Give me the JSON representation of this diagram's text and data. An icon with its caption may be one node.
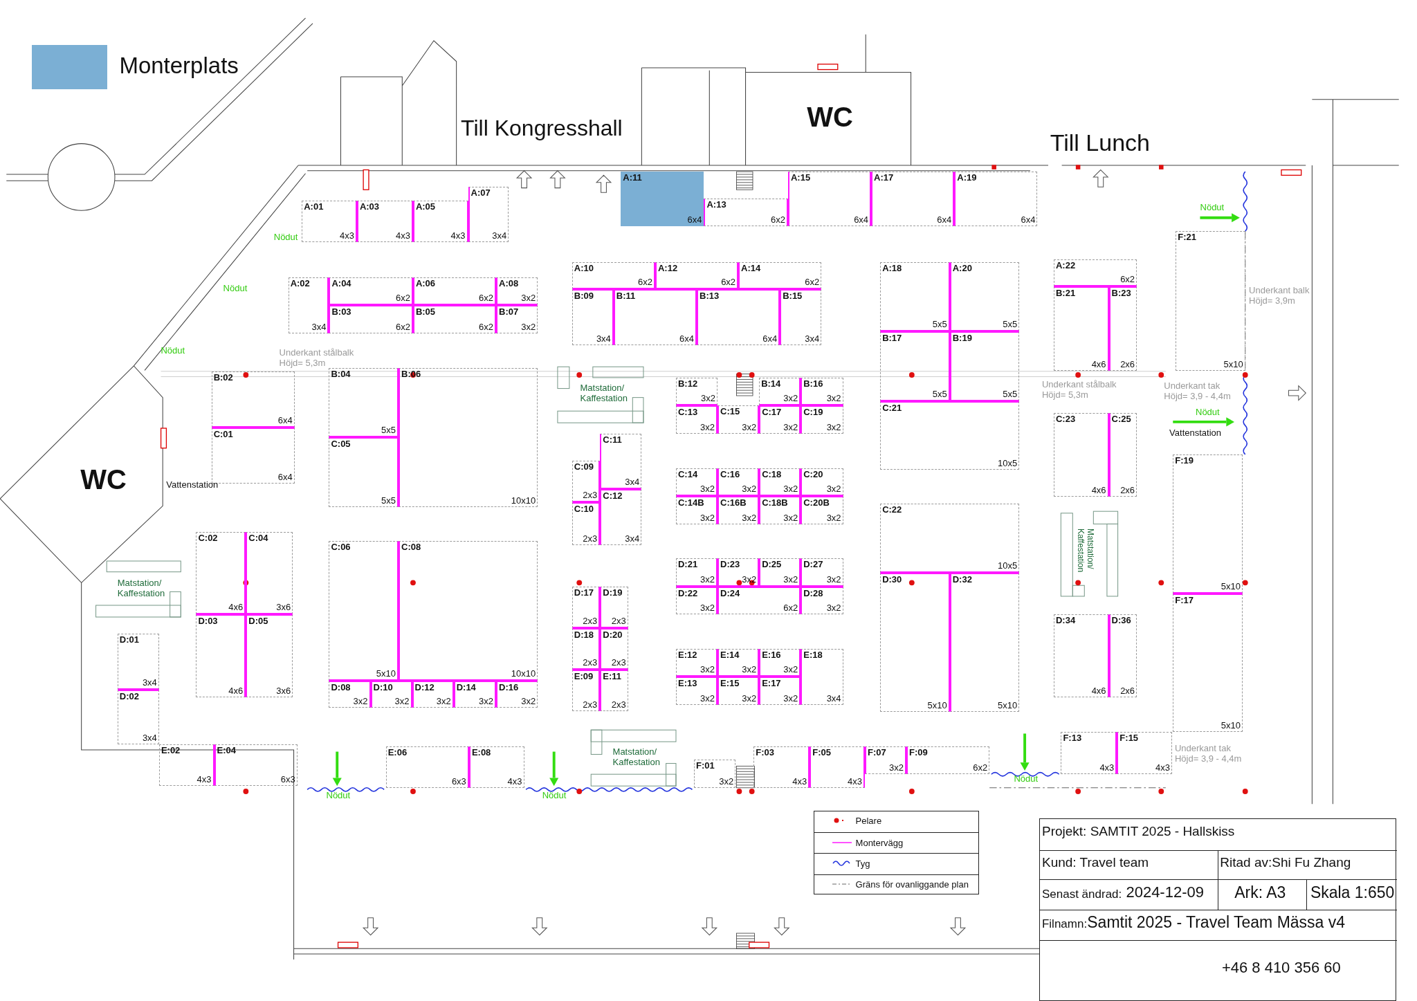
{
  "diagram": {
    "nodes": [
      {
        "text": [
          "A:01",
          "4x3"
        ]
      },
      {
        "text": [
          "A:03",
          "4x3"
        ]
      },
      {
        "text": [
          "A:05",
          "4x3"
        ]
      },
      {
        "text": [
          "A:07",
          "3x4"
        ]
      },
      {
        "text": [
          "A:11",
          "6x4"
        ]
      },
      {
        "text": [
          "A:13",
          "6x2"
        ]
      },
      {
        "text": [
          "A:15",
          "6x4"
        ]
      },
      {
        "text": [
          "A:17",
          "6x4"
        ]
      },
      {
        "text": [
          "A:19",
          "6x4"
        ]
      },
      {
        "text": [
          "F:21",
          "5x10"
        ]
      },
      {
        "text": [
          "A:22",
          "6x2"
        ]
      },
      {
        "text": [
          "B:21",
          "4x6"
        ]
      },
      {
        "text": [
          "B:23",
          "2x6"
        ]
      },
      {
        "text": [
          "A:10",
          "6x2"
        ]
      },
      {
        "text": [
          "A:12",
          "6x2"
        ]
      },
      {
        "text": [
          "A:14",
          "6x2"
        ]
      },
      {
        "text": [
          "B:09",
          "3x4"
        ]
      },
      {
        "text": [
          "B:11",
          "6x4"
        ]
      },
      {
        "text": [
          "B:13",
          "6x4"
        ]
      },
      {
        "text": [
          "B:15",
          "3x4"
        ]
      },
      {
        "text": [
          "A:18",
          "5x5"
        ]
      },
      {
        "text": [
          "A:20",
          "5x5"
        ]
      },
      {
        "text": [
          "B:17",
          "5x5"
        ]
      },
      {
        "text": [
          "B:19",
          "5x5"
        ]
      },
      {
        "text": [
          "C:21",
          "10x5"
        ]
      },
      {
        "text": [
          "A:02",
          "3x4"
        ]
      },
      {
        "text": [
          "A:04",
          "6x2"
        ]
      },
      {
        "text": [
          "A:06",
          "6x2"
        ]
      },
      {
        "text": [
          "A:08",
          "3x2"
        ]
      },
      {
        "text": [
          "B:03",
          "6x2"
        ]
      },
      {
        "text": [
          "B:05",
          "6x2"
        ]
      },
      {
        "text": [
          "B:07",
          "3x2"
        ]
      },
      {
        "text": [
          "B:02",
          "6x4"
        ]
      },
      {
        "text": [
          "C:01",
          "6x4"
        ]
      },
      {
        "text": [
          "B:04",
          "5x5"
        ]
      },
      {
        "text": [
          "B:06",
          "10x10"
        ]
      },
      {
        "text": [
          "C:05",
          "5x5"
        ]
      },
      {
        "text": [
          "B:12",
          "3x2"
        ]
      },
      {
        "text": [
          "B:14",
          "3x2"
        ]
      },
      {
        "text": [
          "B:16",
          "3x2"
        ]
      },
      {
        "text": [
          "C:13",
          "3x2"
        ]
      },
      {
        "text": [
          "C:15",
          "3x2"
        ]
      },
      {
        "text": [
          "C:17",
          "3x2"
        ]
      },
      {
        "text": [
          "C:19",
          "3x2"
        ]
      },
      {
        "text": [
          "C:23",
          "4x6"
        ]
      },
      {
        "text": [
          "C:25",
          "2x6"
        ]
      },
      {
        "text": [
          "C:11",
          "3x4"
        ]
      },
      {
        "text": [
          "C:09",
          "2x3"
        ]
      },
      {
        "text": [
          "C:12",
          "3x4"
        ]
      },
      {
        "text": [
          "C:10",
          "2x3"
        ]
      },
      {
        "text": [
          "C:14",
          "3x2"
        ]
      },
      {
        "text": [
          "C:16",
          "3x2"
        ]
      },
      {
        "text": [
          "C:18",
          "3x2"
        ]
      },
      {
        "text": [
          "C:20",
          "3x2"
        ]
      },
      {
        "text": [
          "C:14B",
          "3x2"
        ]
      },
      {
        "text": [
          "C:16B",
          "3x2"
        ]
      },
      {
        "text": [
          "C:18B",
          "3x2"
        ]
      },
      {
        "text": [
          "C:20B",
          "3x2"
        ]
      },
      {
        "text": [
          "F:19",
          "5x10"
        ]
      },
      {
        "text": [
          "C:22",
          "10x5"
        ]
      },
      {
        "text": [
          "D:30",
          "5x10"
        ]
      },
      {
        "text": [
          "D:32",
          "5x10"
        ]
      },
      {
        "text": [
          "C:02",
          "4x6"
        ]
      },
      {
        "text": [
          "C:04",
          "3x6"
        ]
      },
      {
        "text": [
          "D:03",
          "4x6"
        ]
      },
      {
        "text": [
          "D:05",
          "3x6"
        ]
      },
      {
        "text": [
          "C:06",
          "5x10"
        ]
      },
      {
        "text": [
          "C:08",
          "10x10"
        ]
      },
      {
        "text": [
          "D:17",
          "2x3"
        ]
      },
      {
        "text": [
          "D:19",
          "2x3"
        ]
      },
      {
        "text": [
          "D:18",
          "2x3"
        ]
      },
      {
        "text": [
          "D:20",
          "2x3"
        ]
      },
      {
        "text": [
          "E:09",
          "2x3"
        ]
      },
      {
        "text": [
          "E:11",
          "2x3"
        ]
      },
      {
        "text": [
          "D:21",
          "3x2"
        ]
      },
      {
        "text": [
          "D:23",
          "3x2"
        ]
      },
      {
        "text": [
          "D:25",
          "3x2"
        ]
      },
      {
        "text": [
          "D:27",
          "3x2"
        ]
      },
      {
        "text": [
          "D:22",
          "3x2"
        ]
      },
      {
        "text": [
          "D:24",
          "6x2"
        ]
      },
      {
        "text": [
          "D:28",
          "3x2"
        ]
      },
      {
        "text": [
          "F:17",
          "5x10"
        ]
      },
      {
        "text": [
          "D:34",
          "4x6"
        ]
      },
      {
        "text": [
          "D:36",
          "2x6"
        ]
      },
      {
        "text": [
          "D:01",
          "3x4"
        ]
      },
      {
        "text": [
          "D:02",
          "3x4"
        ]
      },
      {
        "text": [
          "E:12",
          "3x2"
        ]
      },
      {
        "text": [
          "E:14",
          "3x2"
        ]
      },
      {
        "text": [
          "E:16",
          "3x2"
        ]
      },
      {
        "text": [
          "E:18",
          "3x4"
        ]
      },
      {
        "text": [
          "E:13",
          "3x2"
        ]
      },
      {
        "text": [
          "E:15",
          "3x2"
        ]
      },
      {
        "text": [
          "E:17",
          "3x2"
        ]
      },
      {
        "text": [
          "D:08",
          "3x2"
        ]
      },
      {
        "text": [
          "D:10",
          "3x2"
        ]
      },
      {
        "text": [
          "D:12",
          "3x2"
        ]
      },
      {
        "text": [
          "D:14",
          "3x2"
        ]
      },
      {
        "text": [
          "D:16",
          "3x2"
        ]
      },
      {
        "text": [
          "F:13",
          "4x3"
        ]
      },
      {
        "text": [
          "F:15",
          "4x3"
        ]
      },
      {
        "text": [
          "E:02",
          "4x3"
        ]
      },
      {
        "text": [
          "E:04",
          "6x3"
        ]
      },
      {
        "text": [
          "E:06",
          "6x3"
        ]
      },
      {
        "text": [
          "E:08",
          "4x3"
        ]
      },
      {
        "text": [
          "F:01",
          "3x2"
        ]
      },
      {
        "text": [
          "F:03",
          "4x3"
        ]
      },
      {
        "text": [
          "F:05",
          "4x3"
        ]
      },
      {
        "text": [
          "F:07",
          "3x2"
        ]
      },
      {
        "text": [
          "F:09",
          "6x2"
        ]
      }
    ],
    "labels": [
      "Till Kongresshall",
      "WC",
      "Till Lunch",
      "Nödut",
      "Nödut",
      "Nödut",
      "Nödut",
      "Underkant stålbalk Höjd= 5,3m",
      "Underkant balk Höjd= 3,9m",
      "Underkant stålbalk Höjd= 5,3m",
      "Underkant tak Höjd= 3,9 - 4,4m",
      "Matstation/ Kaffestation",
      "Nödut",
      "Vattenstation",
      "WC",
      "Vattenstation",
      "Matstation/ Kaffestation",
      "Matstation/ Kaffestation",
      "Underkant tak Höjd= 3,9 - 4,4m",
      "Matstation/ Kaffestation",
      "Nödut",
      "Nödut",
      "Nödut",
      "Projekt: SAMTIT 2025 - Hallskiss",
      "Kund: Travel team",
      "Ritad av:Shi Fu Zhang",
      "Senast ändrad:",
      "2024-12-09",
      "Ark: A3",
      "Skala 1:650",
      "Filnamn:",
      "Samtit 2025 - Travel Team Mässa v4",
      "+46 8 410 356 60"
    ],
    "legend": [
      {
        "text": "Monterplats",
        "color": "#7bafd4"
      },
      {
        "text": "Pelare"
      },
      {
        "text": "Montervägg"
      },
      {
        "text": "Tyg"
      },
      {
        "text": "Gräns för ovanliggande plan"
      }
    ]
  }
}
